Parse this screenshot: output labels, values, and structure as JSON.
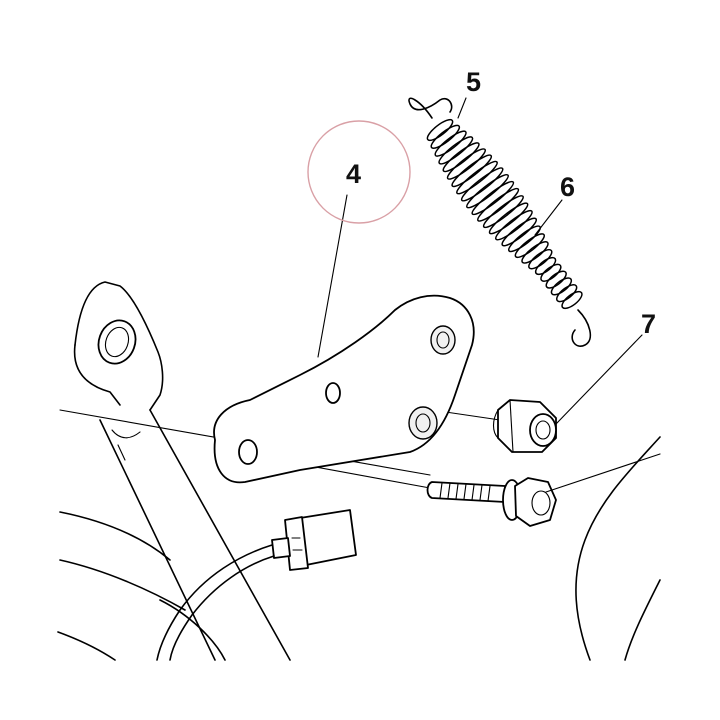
{
  "callouts": {
    "c4": "4",
    "c5": "5",
    "c6": "6",
    "c7": "7"
  },
  "highlight_color": "#d9a0a6"
}
